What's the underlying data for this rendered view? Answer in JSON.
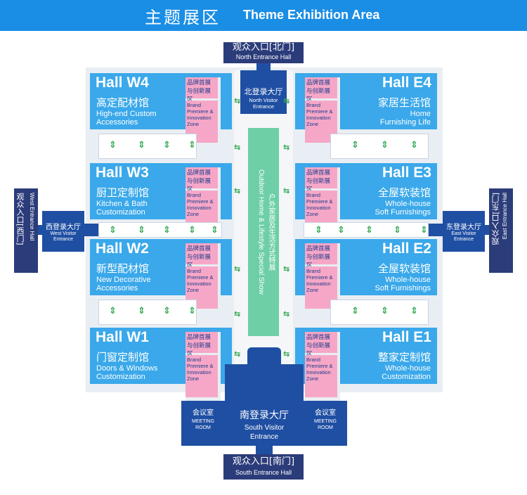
{
  "header": {
    "title_cn": "主题展区",
    "title_en": "Theme Exhibition Area"
  },
  "north": {
    "entrance_cn": "观众入口[北门]",
    "entrance_en": "North Entrance Hall",
    "hall_cn": "北登录大厅",
    "hall_en_1": "North Visitor",
    "hall_en_2": "Entrance"
  },
  "south": {
    "entrance_cn": "观众入口[南门]",
    "entrance_en": "South Entrance Hall",
    "hall_cn": "南登录大厅",
    "hall_en_1": "South Visitor",
    "hall_en_2": "Entrance"
  },
  "west": {
    "entrance_cn": "观众入口[西门]",
    "entrance_en": "West Entrance Hall",
    "hall_cn": "西登录大厅",
    "hall_en_1": "West Visitor",
    "hall_en_2": "Entrance"
  },
  "east": {
    "entrance_cn": "观众入口[东门]",
    "entrance_en": "East Entrance Hall",
    "hall_cn": "东登录大厅",
    "hall_en_1": "East Visitor",
    "hall_en_2": "Entrance"
  },
  "meeting": {
    "cn": "会议室",
    "en_1": "MEETING",
    "en_2": "ROOM"
  },
  "zone": {
    "cn_1": "品牌首展",
    "cn_2": "与创新展区",
    "en_1": "Brand",
    "en_2": "Premiere &",
    "en_3": "Innovation",
    "en_4": "Zone"
  },
  "special_show": {
    "cn": "户外家居及生活方式特展",
    "en": "Outdoor Home & Lifestyle Special Show"
  },
  "halls": {
    "w4": {
      "name": "Hall W4",
      "cn": "高定配材馆",
      "en_1": "High-end Custom",
      "en_2": "Accessories"
    },
    "w3": {
      "name": "Hall W3",
      "cn": "厨卫定制馆",
      "en_1": "Kitchen & Bath",
      "en_2": "Customization"
    },
    "w2": {
      "name": "Hall W2",
      "cn": "新型配材馆",
      "en_1": "New Decorative",
      "en_2": "Accessories"
    },
    "w1": {
      "name": "Hall W1",
      "cn": "门窗定制馆",
      "en_1": "Doors & Windows",
      "en_2": "Customization"
    },
    "e4": {
      "name": "Hall E4",
      "cn": "家居生活馆",
      "en_1": "Home",
      "en_2": "Furnishing Life"
    },
    "e3": {
      "name": "Hall E3",
      "cn": "全屋软装馆",
      "en_1": "Whole-house",
      "en_2": "Soft Furnishings"
    },
    "e2": {
      "name": "Hall E2",
      "cn": "全屋软装馆",
      "en_1": "Whole-house",
      "en_2": "Soft Furnishings"
    },
    "e1": {
      "name": "Hall E1",
      "cn": "整家定制馆",
      "en_1": "Whole-house",
      "en_2": "Customization"
    }
  },
  "colors": {
    "hall": "#3aa8ea",
    "navy": "#1f4fa3",
    "dark_label": "#2b3c7a",
    "zone": "#f6a7c7",
    "special": "#6ecfa6",
    "arrow": "#2fa84f"
  }
}
